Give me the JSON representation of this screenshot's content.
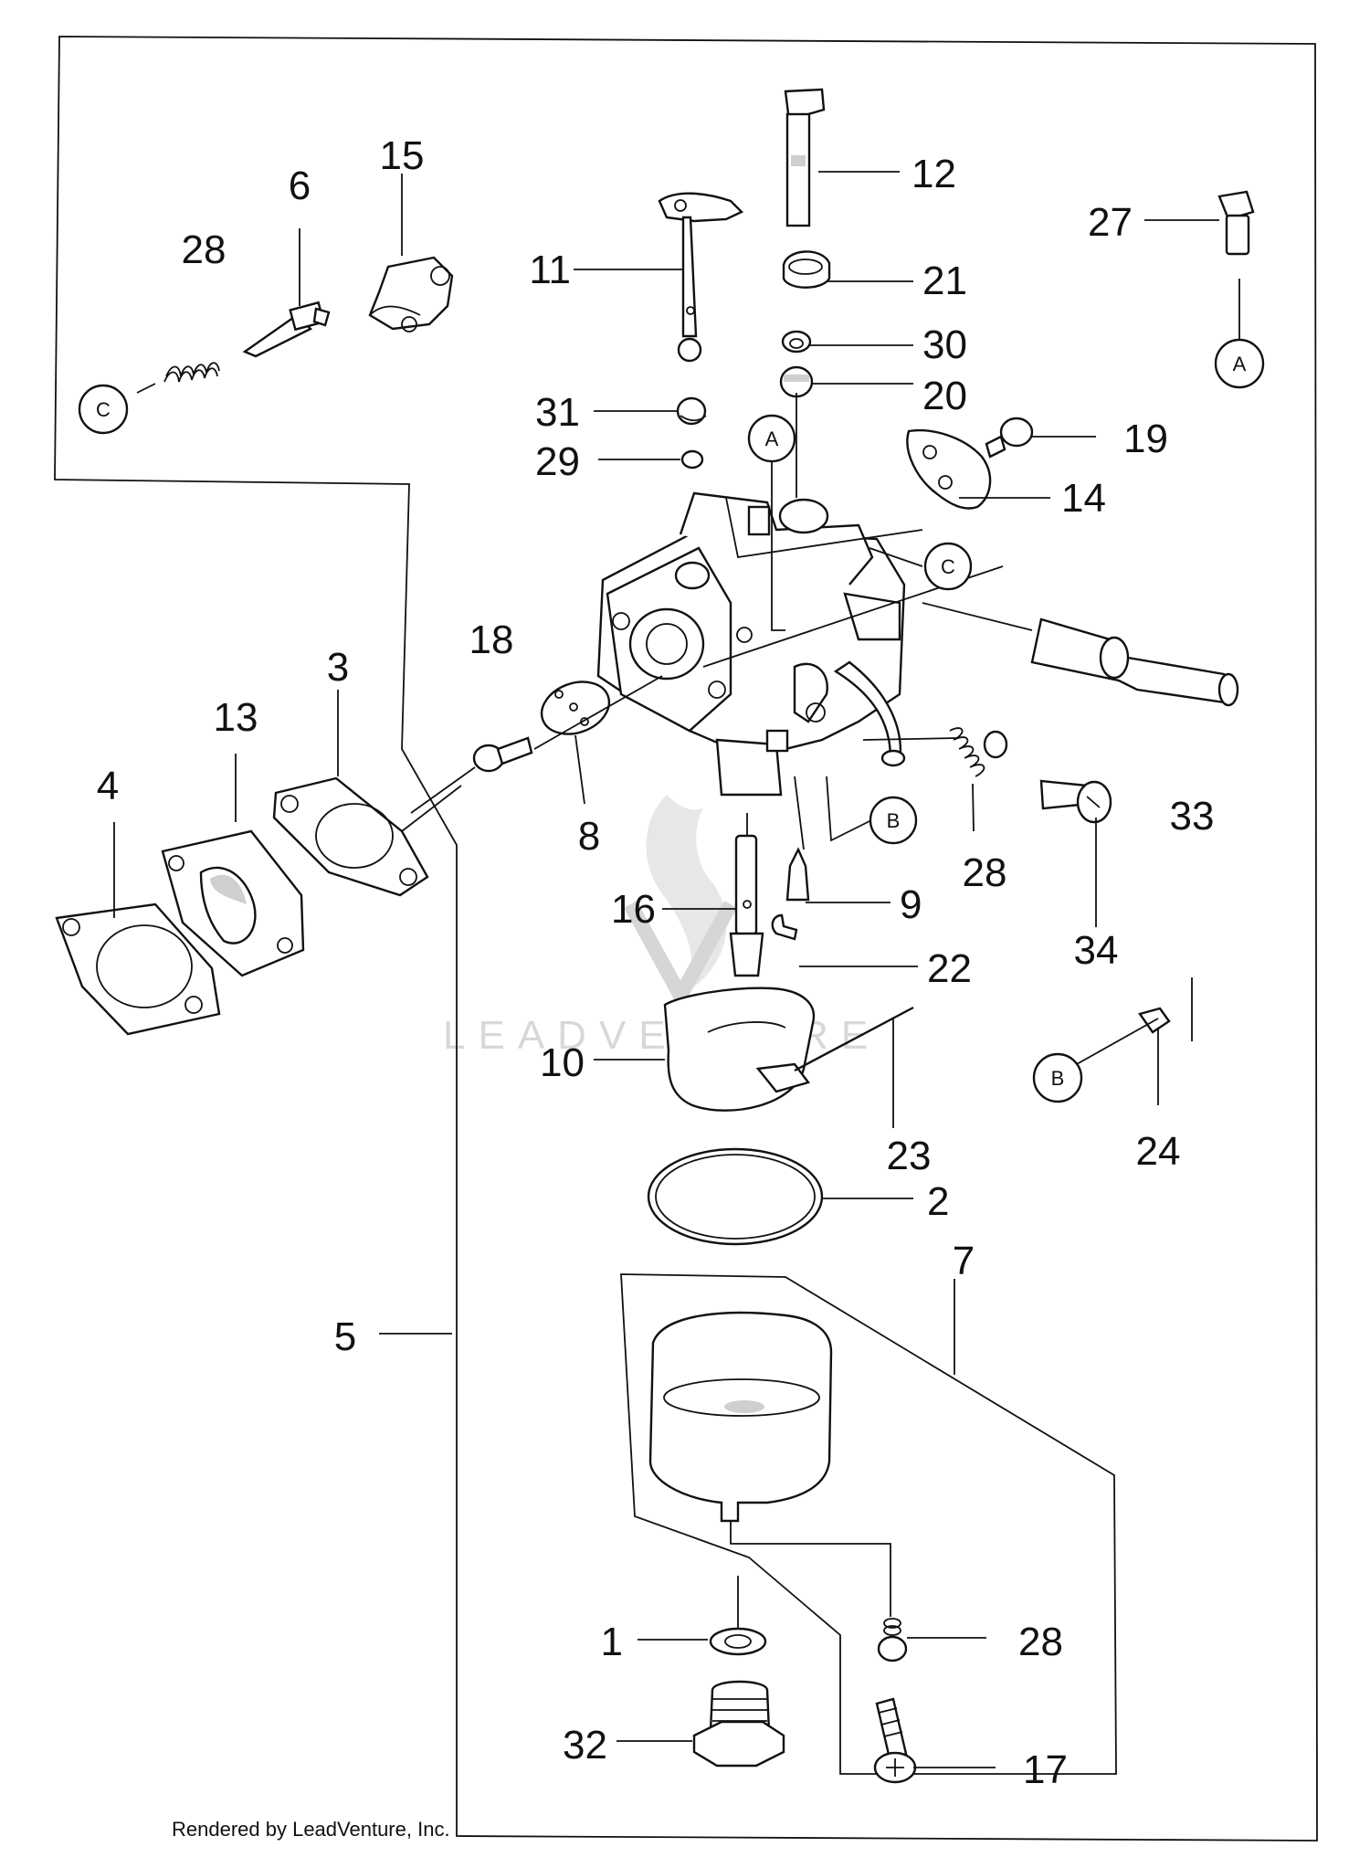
{
  "credit": "Rendered by LeadVenture, Inc.",
  "watermark": "LEADVENTURE",
  "callouts": {
    "p1": "1",
    "p2": "2",
    "p3": "3",
    "p4": "4",
    "p5": "5",
    "p6": "6",
    "p7": "7",
    "p8": "8",
    "p9": "9",
    "p10": "10",
    "p11": "11",
    "p12": "12",
    "p13": "13",
    "p14": "14",
    "p15": "15",
    "p16": "16",
    "p17": "17",
    "p18": "18",
    "p19": "19",
    "p20": "20",
    "p21": "21",
    "p22": "22",
    "p23": "23",
    "p24": "24",
    "p27": "27",
    "p28a": "28",
    "p28b": "28",
    "p28c": "28",
    "p29": "29",
    "p30": "30",
    "p31": "31",
    "p32": "32",
    "p33": "33",
    "p34": "34"
  },
  "refs": {
    "a_right": "A",
    "a_body": "A",
    "b_body": "B",
    "b_right": "B",
    "c_left": "C",
    "c_body": "C"
  }
}
